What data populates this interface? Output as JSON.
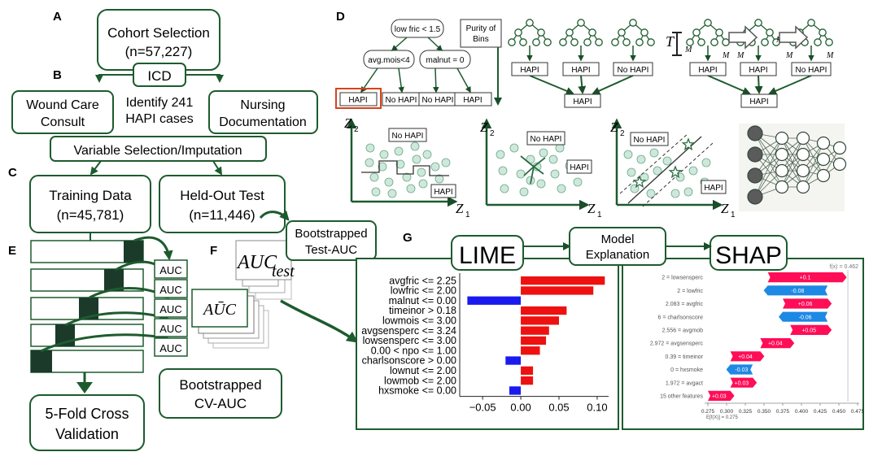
{
  "panel_letters": [
    "A",
    "B",
    "C",
    "D",
    "E",
    "F",
    "G"
  ],
  "flow": {
    "cohort_line1": "Cohort Selection",
    "cohort_line2": "(n=57,227)",
    "icd": "ICD",
    "wound_line1": "Wound Care",
    "wound_line2": "Consult",
    "identify_line1": "Identify 241",
    "identify_line2": "HAPI cases",
    "nursing_line1": "Nursing",
    "nursing_line2": "Documentation",
    "varsel": "Variable Selection/Imputation",
    "train_line1": "Training Data",
    "train_line2": "(n=45,781)",
    "heldout_line1": "Held-Out Test",
    "heldout_line2": "(n=11,446)",
    "cv_line1": "5-Fold Cross",
    "cv_line2": "Validation",
    "boot_cv_line1": "Bootstrapped",
    "boot_cv_line2": "CV-AUC",
    "boot_test_line1": "Bootstrapped",
    "boot_test_line2": "Test-AUC",
    "auc": "AUC",
    "auc_bar": "AŪC",
    "auc_test_main": "AUC",
    "auc_test_sub": "test"
  },
  "models": {
    "tree_root": "low fric < 1.5",
    "tree_left": "avg.mois<4",
    "tree_right": "malnut = 0",
    "leaf_labels": [
      "HAPI",
      "No HAPI",
      "No HAPI",
      "HAPI"
    ],
    "purity_line1": "Purity of",
    "purity_line2": "Bins",
    "hapi": "HAPI",
    "no_hapi": "No HAPI",
    "T": "T",
    "M": "M",
    "z1": "Z",
    "z2": "Z",
    "sub1": "1",
    "sub2": "2"
  },
  "explain": {
    "lime": "LIME",
    "shap": "SHAP",
    "model_exp_line1": "Model",
    "model_exp_line2": "Explanation"
  },
  "chart_data": [
    {
      "type": "bar",
      "title": "LIME",
      "orientation": "horizontal",
      "categories": [
        "avgfric <= 2.25",
        "lowfric <= 2.00",
        "malnut <= 0.00",
        "timeinor > 0.18",
        "lowmois <= 3.00",
        "avgsensperc <= 3.24",
        "lowsensperc <= 3.00",
        "0.00 < npo <= 1.00",
        "charlsonscore > 0.00",
        "lownut <= 2.00",
        "lowmob <= 2.00",
        "hxsmoke <= 0.00"
      ],
      "values": [
        0.11,
        0.095,
        -0.07,
        0.06,
        0.05,
        0.037,
        0.033,
        0.025,
        -0.02,
        0.016,
        0.016,
        -0.015
      ],
      "xlim": [
        -0.08,
        0.115
      ],
      "xticks": [
        -0.05,
        0.0,
        0.05,
        0.1
      ],
      "xtick_labels": [
        "−0.05",
        "0.00",
        "0.05",
        "0.10"
      ],
      "colors": {
        "positive": "#ee1111",
        "negative": "#1a1aee"
      }
    },
    {
      "type": "bar",
      "title": "SHAP",
      "subtype": "waterfall",
      "fx_label": "f(x) = 0.462",
      "efx_label": "E[f(X)] = 0.275",
      "base_value": 0.275,
      "final_value": 0.462,
      "categories": [
        "2 = lowsensperc",
        "2 = lowfric",
        "2.083 = avgfric",
        "6 = charlsonscore",
        "2.556 = avgmob",
        "2.972 = avgsensperc",
        "0.39 = timeinor",
        "0 = hxsmoke",
        "1.972 = avgact",
        "15 other features"
      ],
      "values": [
        0.1,
        -0.08,
        0.06,
        -0.06,
        0.05,
        0.04,
        0.04,
        -0.03,
        0.03,
        0.03
      ],
      "value_labels": [
        "+0.1",
        "-0.08",
        "+0.06",
        "-0.06",
        "+0.05",
        "+0.04",
        "+0.04",
        "-0.03",
        "+0.03",
        "+0.03"
      ],
      "xlim": [
        0.275,
        0.475
      ],
      "xticks": [
        0.275,
        0.3,
        0.325,
        0.35,
        0.375,
        0.4,
        0.425,
        0.45,
        0.475
      ],
      "xtick_labels": [
        "0.275",
        "0.300",
        "0.325",
        "0.350",
        "0.375",
        "0.400",
        "0.425",
        "0.450",
        "0.475"
      ],
      "colors": {
        "positive": "#ff0d57",
        "negative": "#1e88e5"
      }
    }
  ]
}
